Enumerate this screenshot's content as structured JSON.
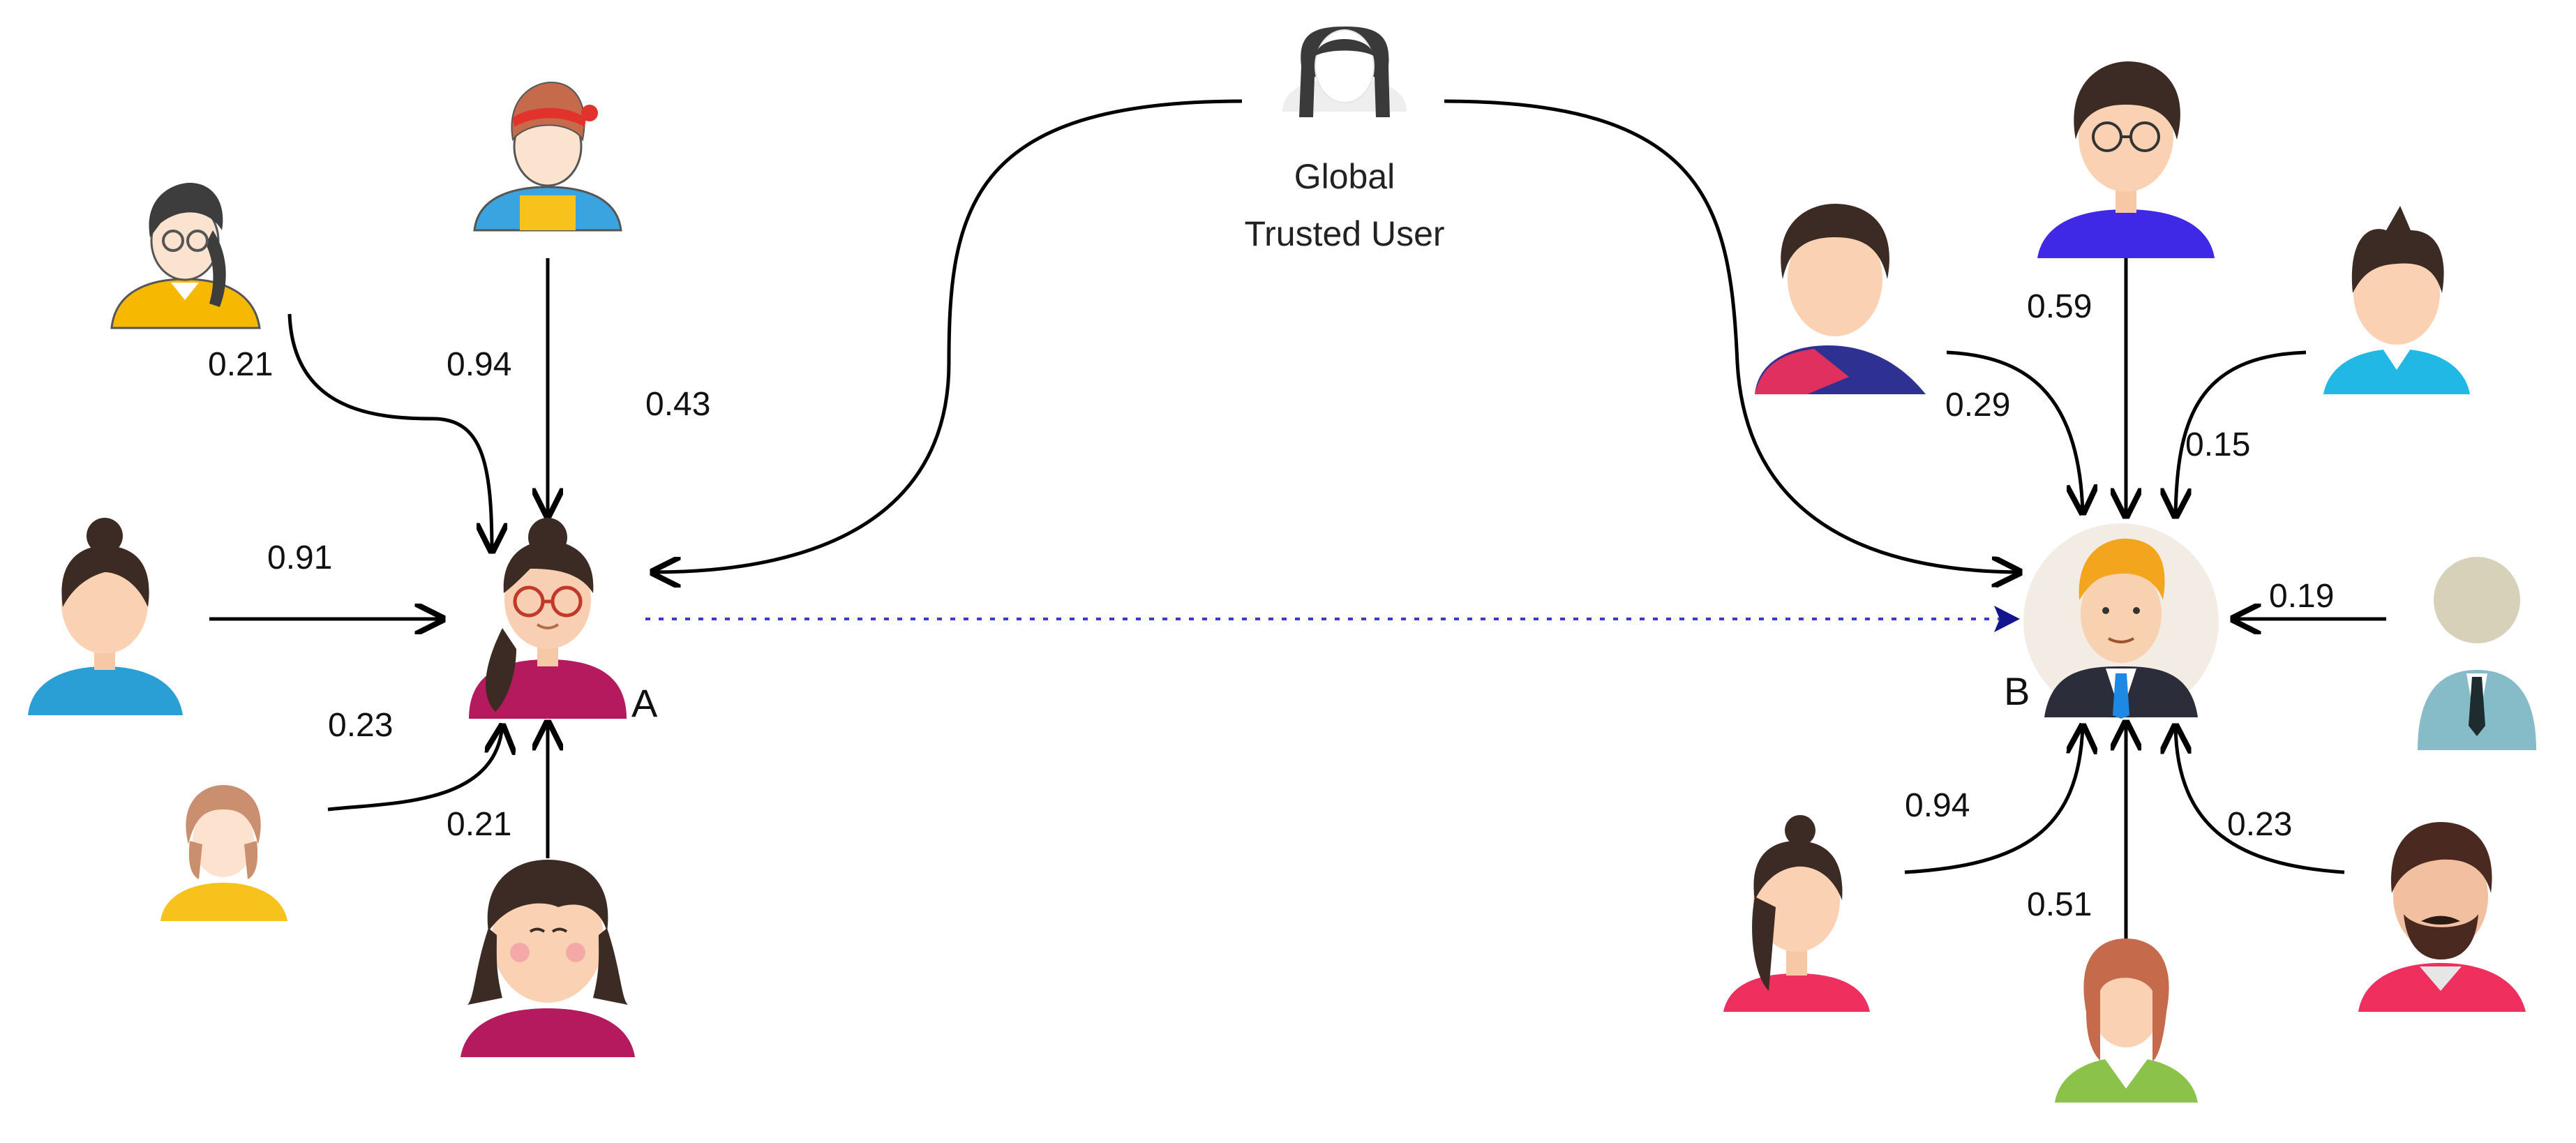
{
  "global_user": {
    "label_line1": "Global",
    "label_line2": "Trusted User"
  },
  "node_a": {
    "label": "A",
    "incoming": [
      "0.21",
      "0.94",
      "0.43",
      "0.91",
      "0.23",
      "0.21"
    ]
  },
  "node_b": {
    "label": "B",
    "incoming": [
      "0.59",
      "0.29",
      "0.15",
      "0.19",
      "0.94",
      "0.51",
      "0.23"
    ]
  },
  "colors": {
    "arrow": "#000000",
    "dotted_link": "#3a3acf",
    "skin": "#fdd3b5",
    "hair_dark": "#3b2b24"
  }
}
